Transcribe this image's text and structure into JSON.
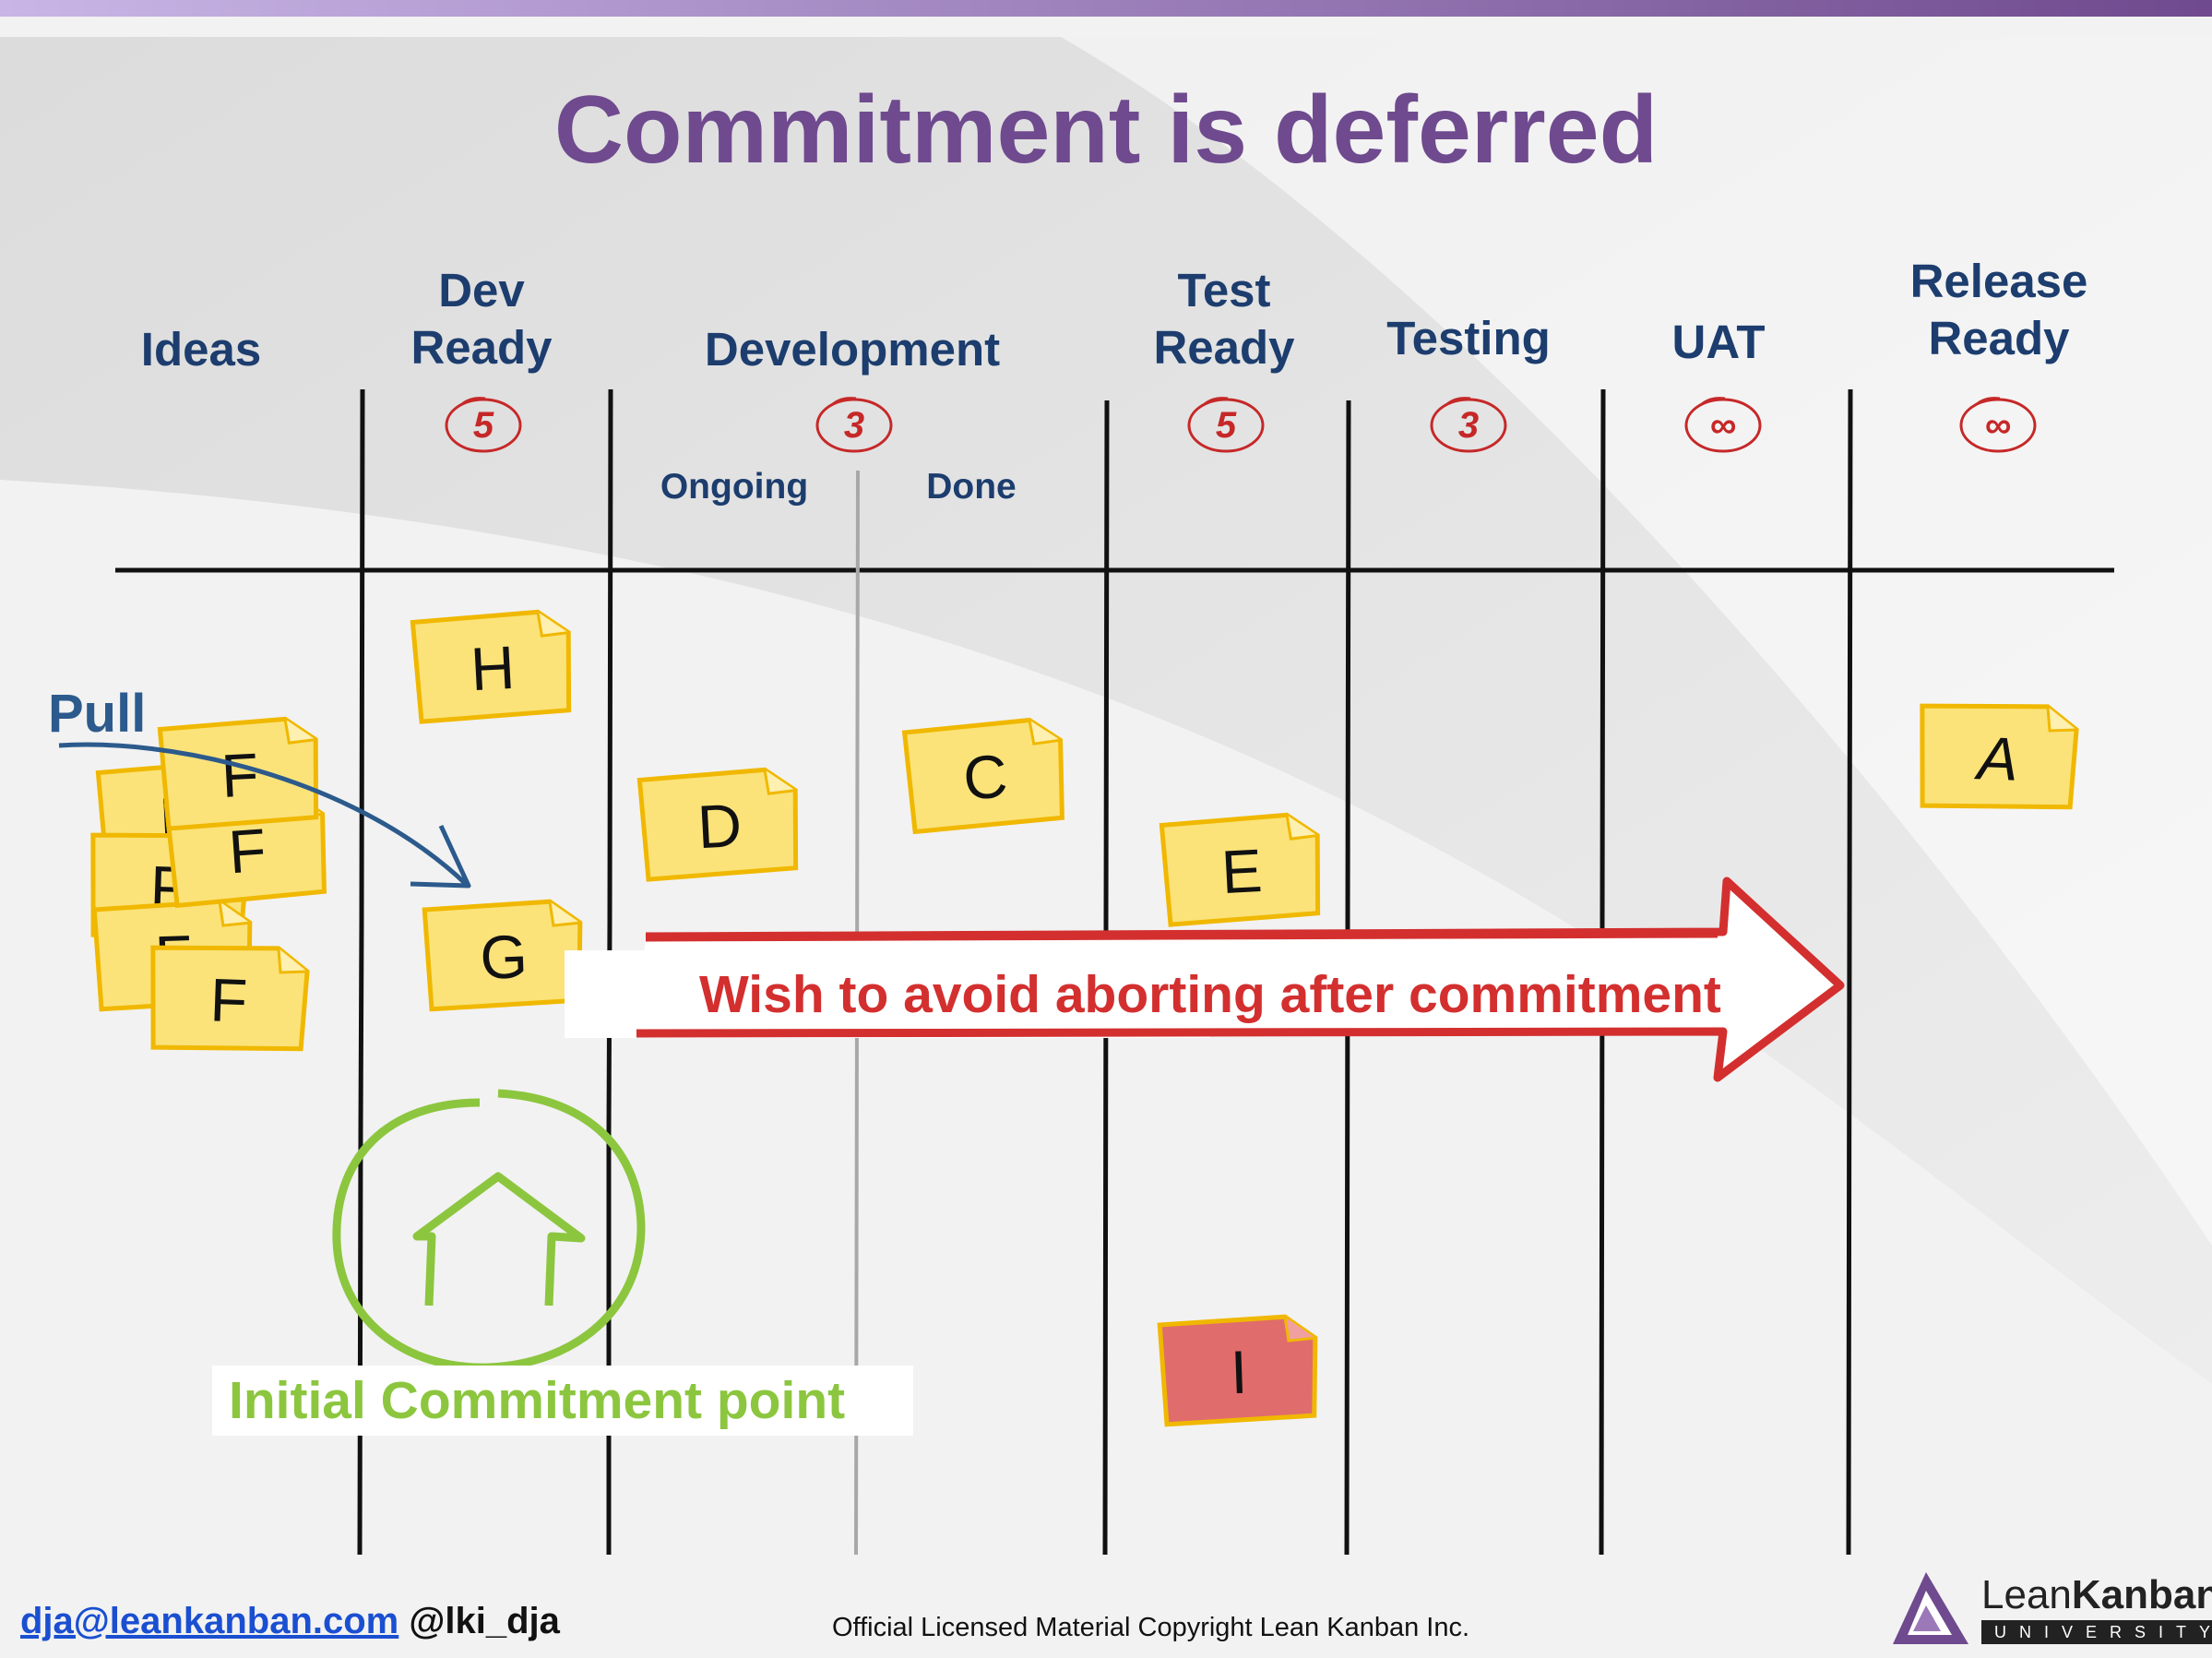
{
  "title": "Commitment is deferred",
  "columns": [
    {
      "key": "ideas",
      "lines": [
        "Ideas"
      ]
    },
    {
      "key": "dev-ready",
      "lines": [
        "Dev",
        "Ready"
      ],
      "wip": "5"
    },
    {
      "key": "development",
      "lines": [
        "Development"
      ],
      "wip": "3",
      "sub": [
        "Ongoing",
        "Done"
      ]
    },
    {
      "key": "test-ready",
      "lines": [
        "Test",
        "Ready"
      ],
      "wip": "5"
    },
    {
      "key": "testing",
      "lines": [
        "Testing"
      ],
      "wip": "3"
    },
    {
      "key": "uat",
      "lines": [
        "UAT"
      ],
      "wip": "∞"
    },
    {
      "key": "release-ready",
      "lines": [
        "Release",
        "Ready"
      ],
      "wip": "∞"
    }
  ],
  "cards": [
    {
      "label": "H",
      "color": "yellow"
    },
    {
      "label": "G",
      "color": "yellow"
    },
    {
      "label": "D",
      "color": "yellow"
    },
    {
      "label": "C",
      "color": "yellow"
    },
    {
      "label": "E",
      "color": "yellow"
    },
    {
      "label": "A",
      "color": "yellow"
    },
    {
      "label": "I",
      "color": "red"
    }
  ],
  "ideas_stack_labels": [
    "F",
    "F",
    "F",
    "F",
    "F",
    "F"
  ],
  "annotations": {
    "pull": "Pull",
    "arrow_text": "Wish to avoid aborting after commitment",
    "commitment_label": "Initial Commitment point"
  },
  "footer": {
    "email": "dja@leankanban.com",
    "handle": "@lki_dja",
    "copyright": "Official Licensed Material Copyright Lean Kanban Inc.",
    "logo_word_1": "Lean",
    "logo_word_2": "Kanban",
    "logo_sub": "UNIVERSITY"
  },
  "colors": {
    "title": "#6f4a8e",
    "header": "#1c3d6e",
    "wip": "#c62828",
    "arrow": "#d32f2f",
    "commitment": "#8cc63f",
    "sticky_yellow": "#fbe37a",
    "sticky_red": "#e06c6c"
  }
}
